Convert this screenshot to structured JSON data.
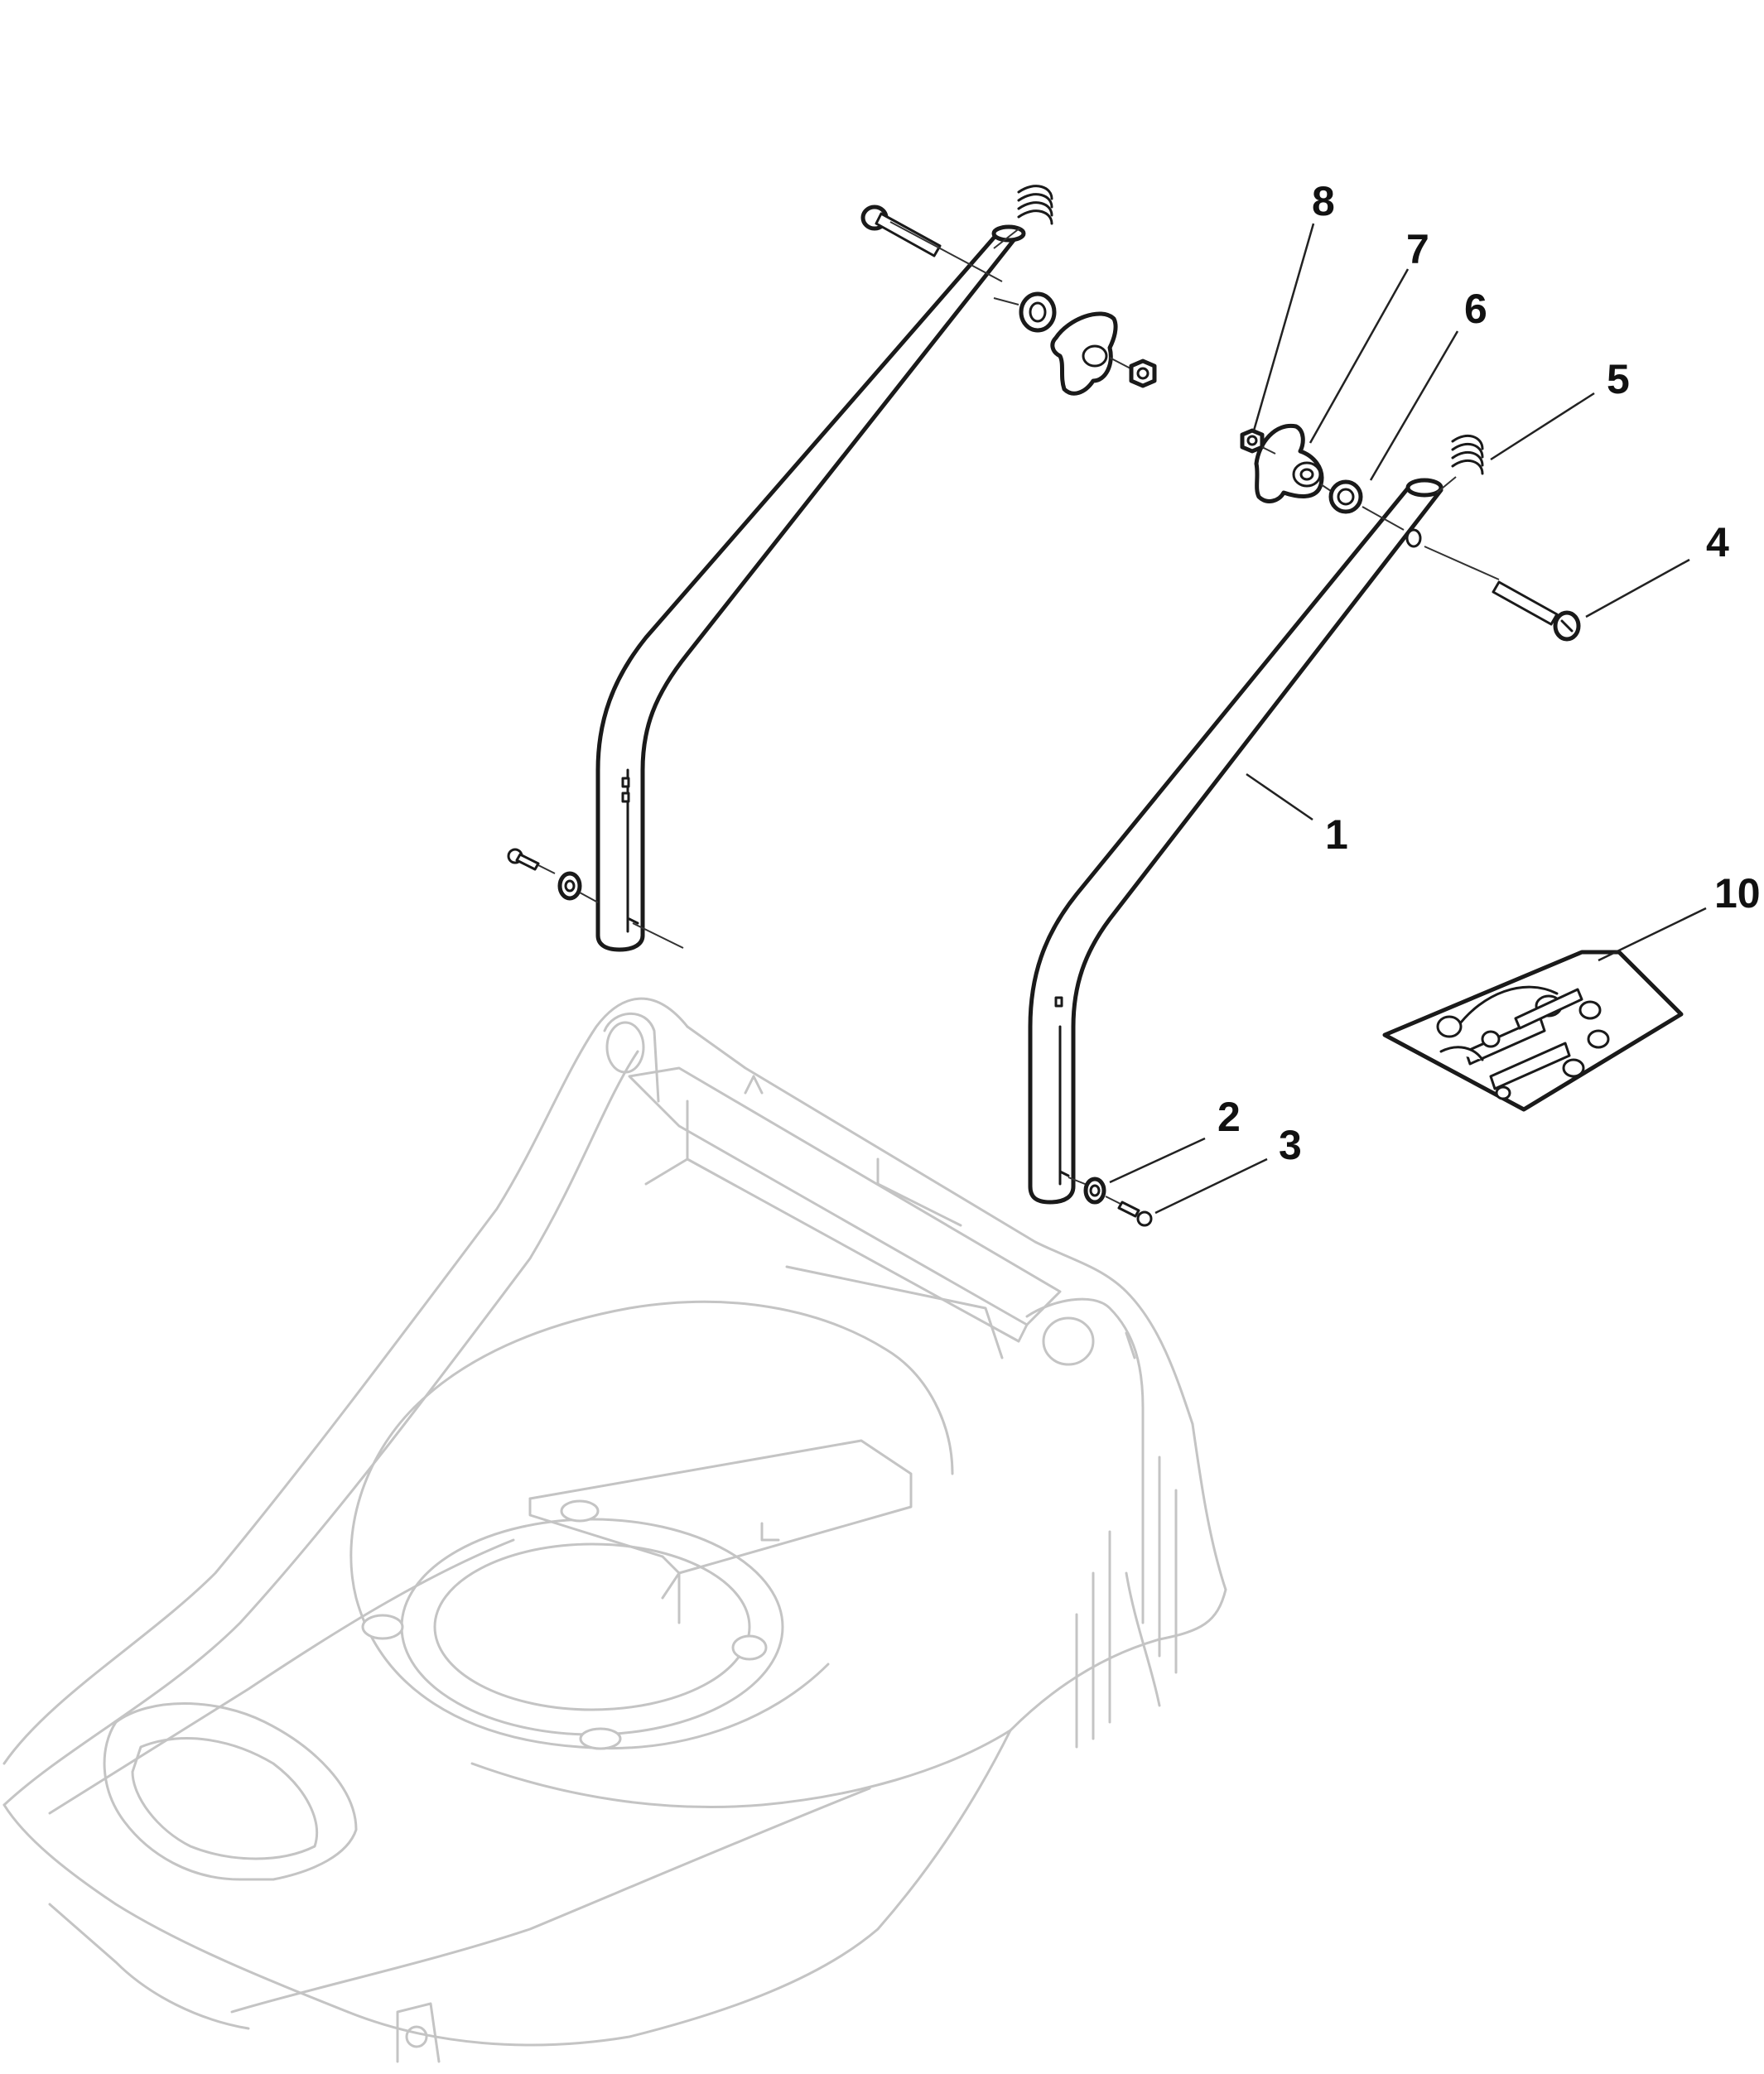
{
  "diagram": {
    "colors": {
      "line": "#1a1a1a",
      "ghost": "#c4c4c4",
      "background": "#ffffff"
    },
    "callouts": [
      {
        "id": "1",
        "label": "1"
      },
      {
        "id": "2",
        "label": "2"
      },
      {
        "id": "3",
        "label": "3"
      },
      {
        "id": "4",
        "label": "4"
      },
      {
        "id": "5",
        "label": "5"
      },
      {
        "id": "6",
        "label": "6"
      },
      {
        "id": "7",
        "label": "7"
      },
      {
        "id": "8",
        "label": "8"
      },
      {
        "id": "10",
        "label": "10"
      }
    ]
  }
}
